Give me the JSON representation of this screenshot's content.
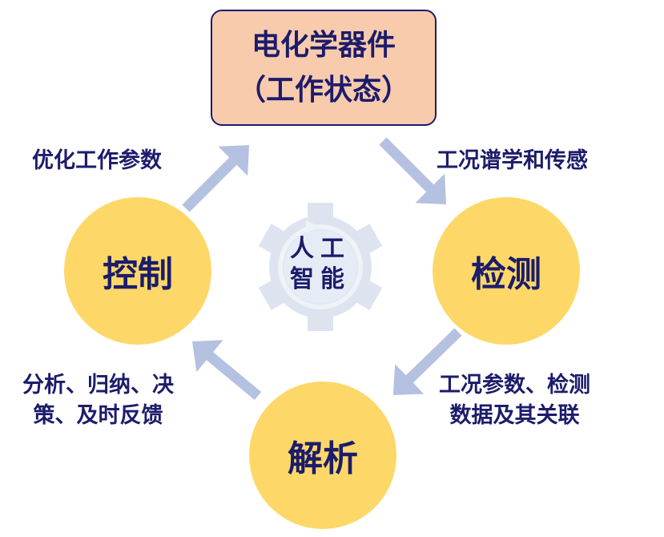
{
  "device": {
    "line1": "电化学器件",
    "line2": "（工作状态）"
  },
  "nodes": {
    "control": "控制",
    "detection": "检测",
    "analysis": "解析"
  },
  "center": {
    "line1": "人工",
    "line2": "智能"
  },
  "edges": {
    "optimize": "优化工作参数",
    "sensing": "工况谱学和传感",
    "data_line1": "工况参数、检测",
    "data_line2": "数据及其关联",
    "decide_line1": "分析、归纳、决",
    "decide_line2": "策、及时反馈"
  },
  "colors": {
    "text": "#1c1c6b",
    "box": "#f8cbad",
    "circle": "#fdd868",
    "arrow": "#b4c1e0",
    "gear": "#dde4f0"
  }
}
